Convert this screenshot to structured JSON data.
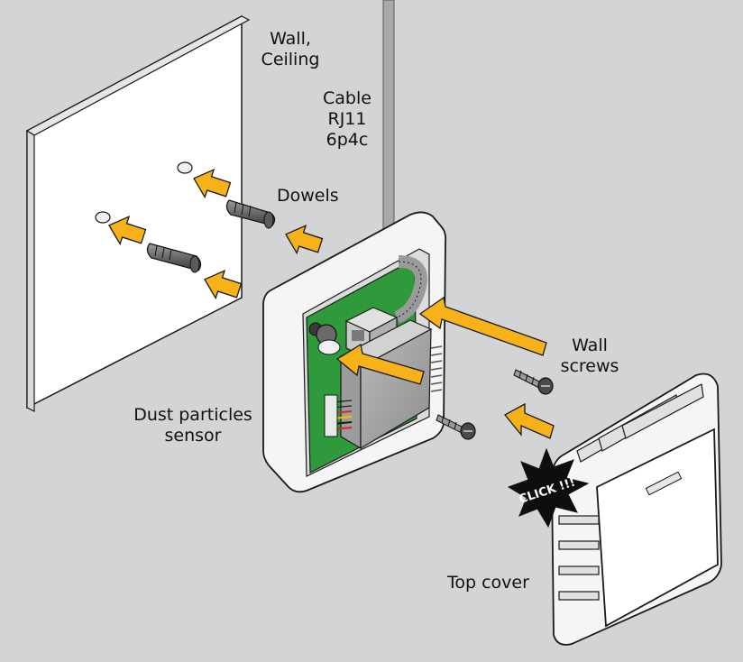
{
  "labels": {
    "wall": "Wall,",
    "ceiling": "Ceiling",
    "cable": "Cable",
    "cable_type": "RJ11",
    "cable_pins": "6p4c",
    "dowels": "Dowels",
    "wall_screws_1": "Wall",
    "wall_screws_2": "screws",
    "sensor_1": "Dust particles",
    "sensor_2": "sensor",
    "top_cover": "Top cover",
    "click": "CLICK !!!"
  },
  "colors": {
    "background": "#d3d4d5",
    "arrow": "#f7b21a",
    "pcb": "#2f9a3c",
    "housing": "#f5f5f5",
    "outline": "#1a1a1a"
  }
}
